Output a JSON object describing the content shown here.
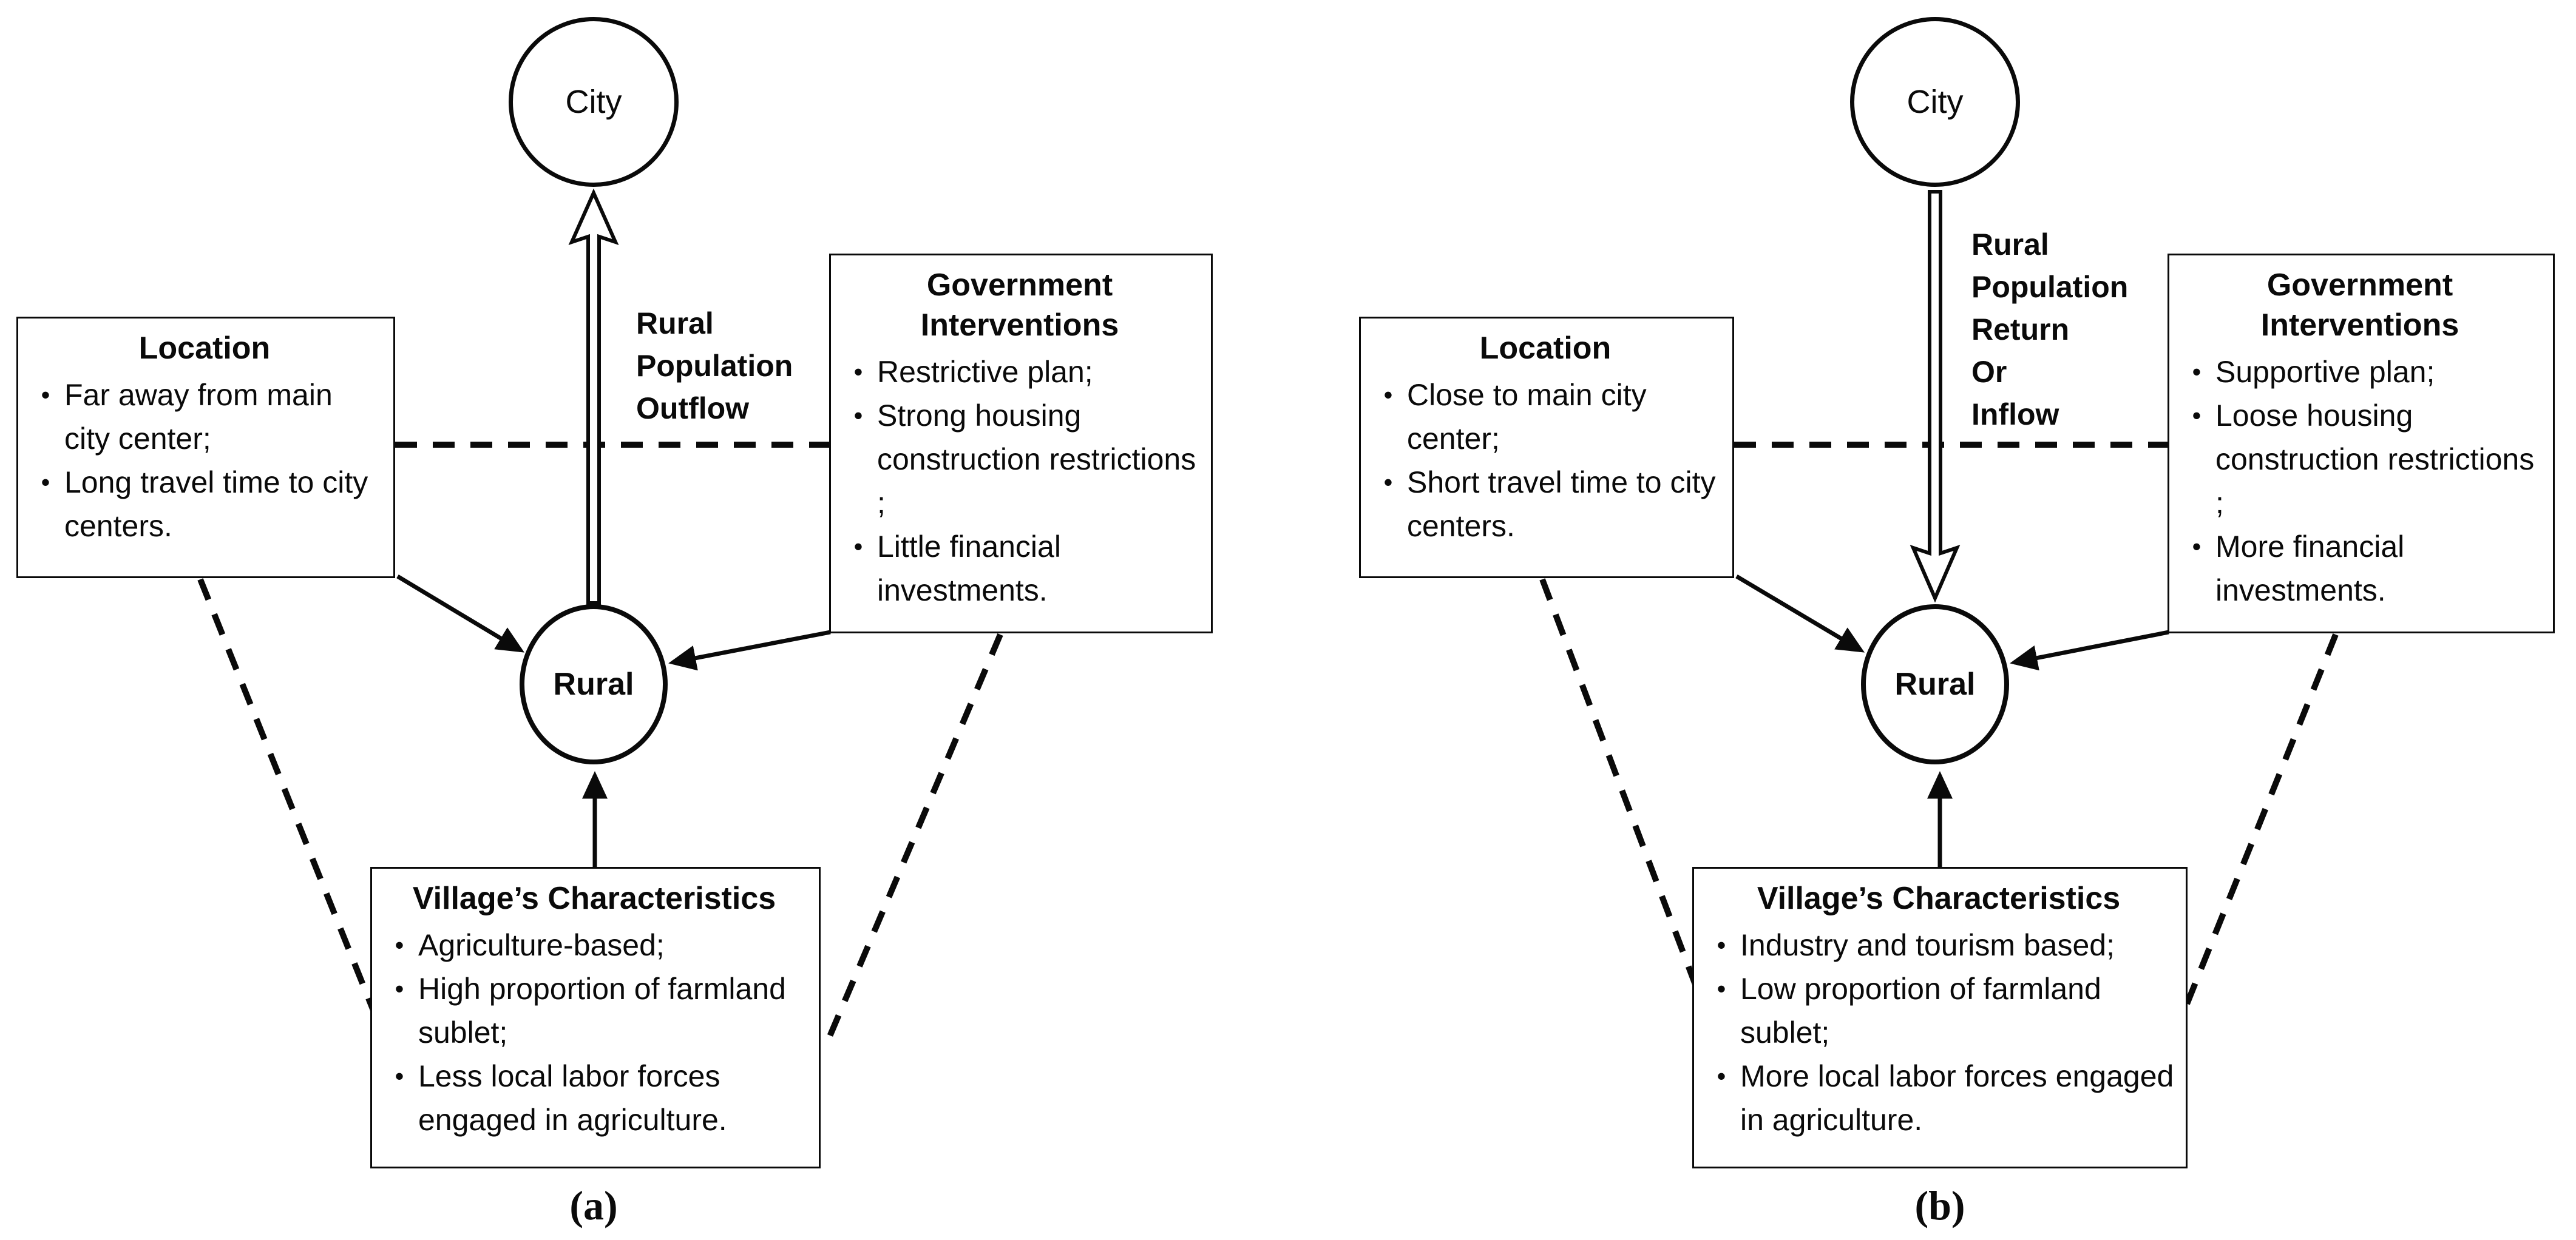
{
  "figure": {
    "background": "#ffffff",
    "ink": "#0a0a0a"
  },
  "panels": [
    {
      "caption": "(a)",
      "city": "City",
      "rural": "Rural",
      "flow_lines": [
        "Rural",
        "Population",
        "Outflow"
      ],
      "flow_direction": "rural-to-city",
      "location": {
        "title": "Location",
        "items": [
          "Far away from main city center;",
          "Long travel time to city centers."
        ]
      },
      "government": {
        "title": "Government Interventions",
        "items": [
          "Restrictive plan;",
          "Strong housing construction restrictions ;",
          "Little financial investments."
        ]
      },
      "village": {
        "title": "Village’s Characteristics",
        "items": [
          "Agriculture-based;",
          "High proportion of farmland sublet;",
          "Less local labor forces engaged in agriculture."
        ]
      }
    },
    {
      "caption": "(b)",
      "city": "City",
      "rural": "Rural",
      "flow_lines": [
        "Rural",
        "Population",
        "Return",
        "Or",
        "Inflow"
      ],
      "flow_direction": "city-to-rural",
      "location": {
        "title": "Location",
        "items": [
          "Close to main city center;",
          "Short travel time to city centers."
        ]
      },
      "government": {
        "title": "Government Interventions",
        "items": [
          "Supportive plan;",
          "Loose housing construction restrictions ;",
          "More financial investments."
        ]
      },
      "village": {
        "title": "Village’s Characteristics",
        "items": [
          "Industry and tourism based;",
          "Low proportion of farmland sublet;",
          "More local labor forces engaged in agriculture."
        ]
      }
    }
  ]
}
